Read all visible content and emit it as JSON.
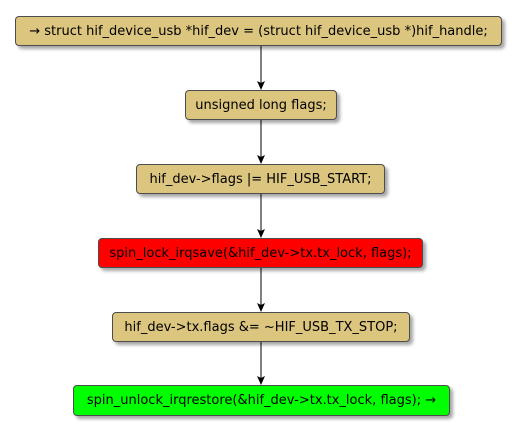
{
  "diagram": {
    "type": "flowchart",
    "nodes": [
      {
        "label": "→ struct hif_device_usb *hif_dev = (struct hif_device_usb *)hif_handle;",
        "color": "#dbc57f"
      },
      {
        "label": "unsigned long flags;",
        "color": "#dbc57f"
      },
      {
        "label": "hif_dev->flags |= HIF_USB_START;",
        "color": "#dbc57f"
      },
      {
        "label": "spin_lock_irqsave(&hif_dev->tx.tx_lock, flags);",
        "color": "#ff0000"
      },
      {
        "label": "hif_dev->tx.flags &= ~HIF_USB_TX_STOP;",
        "color": "#dbc57f"
      },
      {
        "label": "spin_unlock_irqrestore(&hif_dev->tx.tx_lock, flags); →",
        "color": "#00ff00"
      }
    ],
    "edges": [
      {
        "from": 0,
        "to": 1
      },
      {
        "from": 1,
        "to": 2
      },
      {
        "from": 2,
        "to": 3
      },
      {
        "from": 3,
        "to": 4
      },
      {
        "from": 4,
        "to": 5
      }
    ]
  }
}
